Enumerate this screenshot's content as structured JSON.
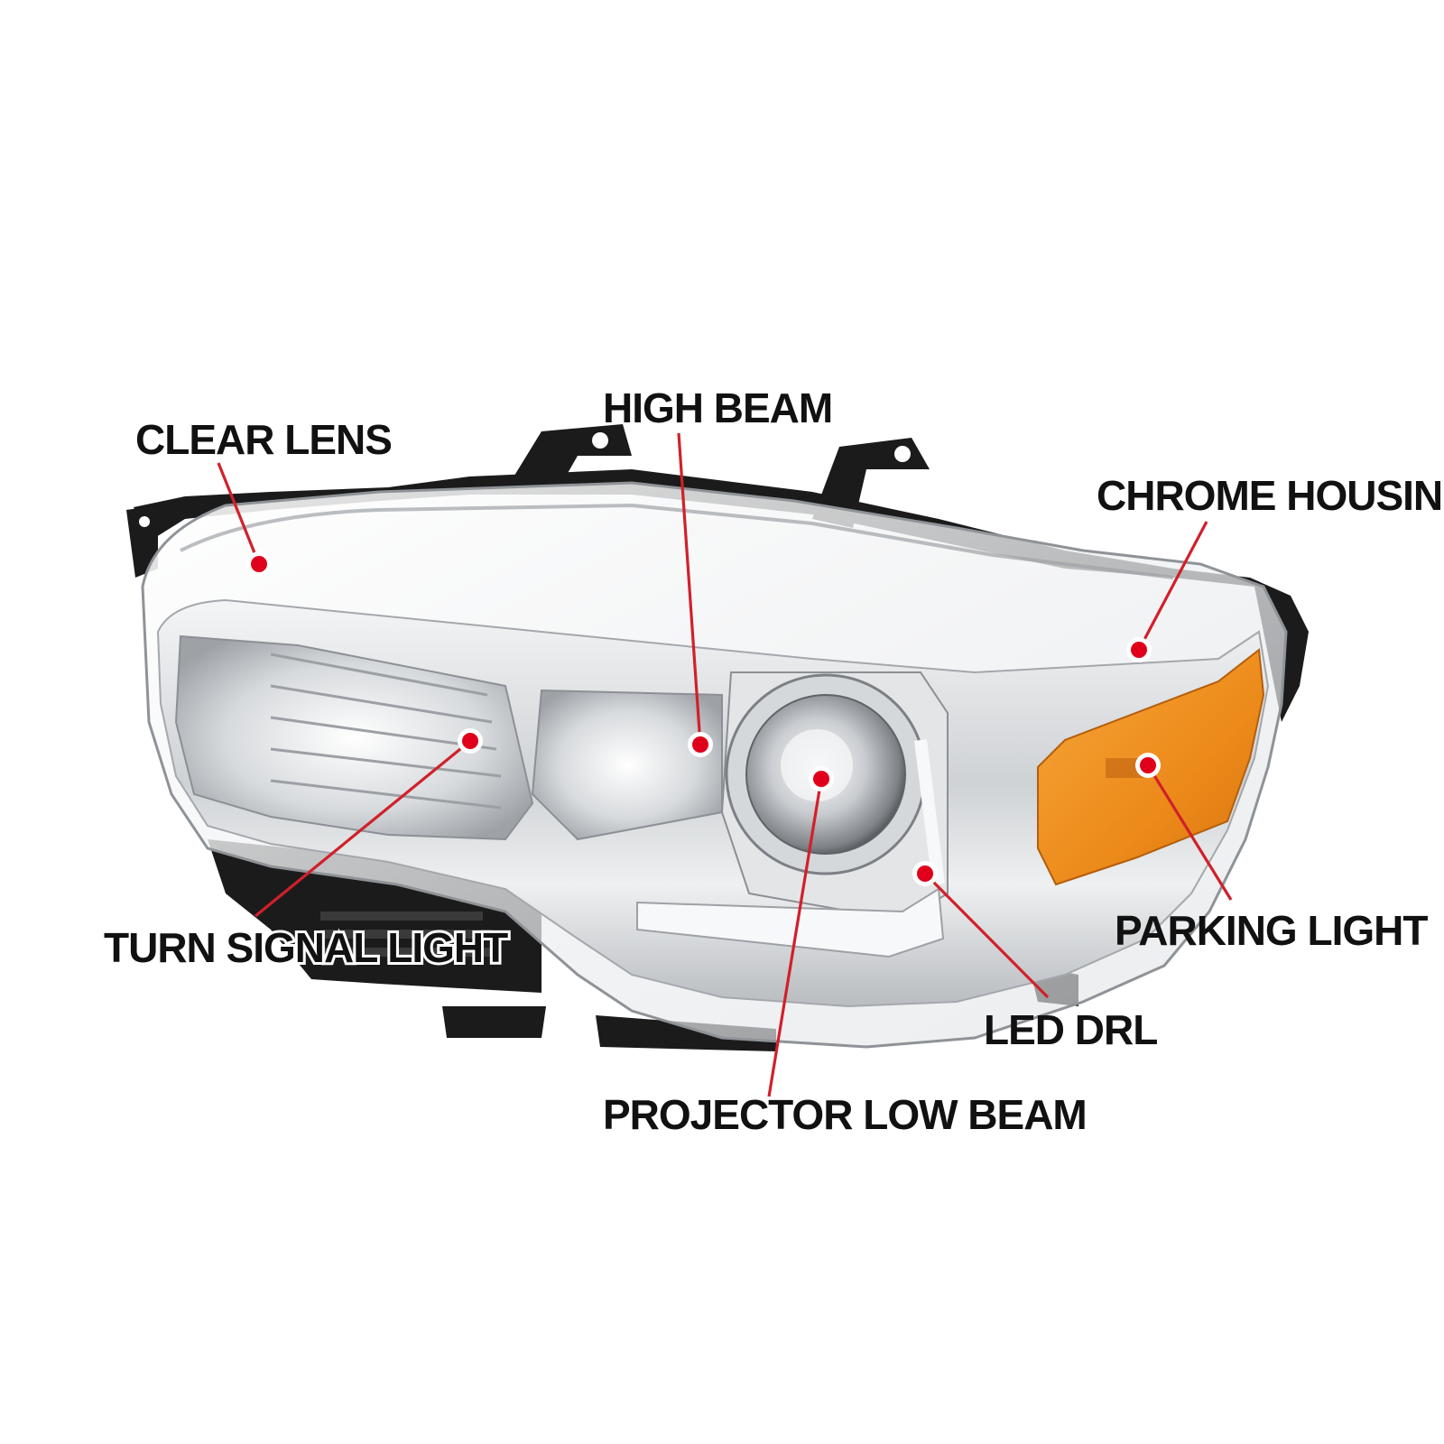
{
  "colors": {
    "background": "#ffffff",
    "label_text": "#111111",
    "leader_line": "#d1202a",
    "marker": "#e0001b",
    "amber_lens": "#f08a1c",
    "housing_black": "#1b1b1b",
    "chrome": "#d9dbde"
  },
  "callouts": [
    {
      "id": "clear-lens",
      "label": "CLEAR LENS"
    },
    {
      "id": "high-beam",
      "label": "HIGH BEAM"
    },
    {
      "id": "chrome-housing",
      "label": "CHROME HOUSING"
    },
    {
      "id": "turn-signal-light",
      "label": "TURN SIGNAL LIGHT"
    },
    {
      "id": "parking-light",
      "label": "PARKING LIGHT"
    },
    {
      "id": "led-drl",
      "label": "LED DRL"
    },
    {
      "id": "projector-low-beam",
      "label": "PROJECTOR LOW BEAM"
    }
  ]
}
